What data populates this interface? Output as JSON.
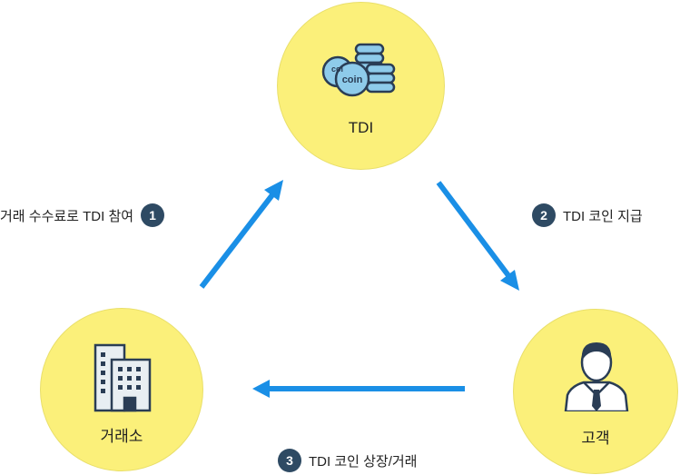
{
  "nodes": {
    "tdi": {
      "label": "TDI",
      "icon": "coin-stack-icon",
      "coin_text_front": "coin",
      "coin_text_back": "coi"
    },
    "exchange": {
      "label": "거래소",
      "icon": "building-icon"
    },
    "customer": {
      "label": "고객",
      "icon": "businessman-icon"
    }
  },
  "steps": [
    {
      "number": "1",
      "text": "거래 수수료로 TDI 참여"
    },
    {
      "number": "2",
      "text": "TDI 코인 지급"
    },
    {
      "number": "3",
      "text": "TDI 코인 상장/거래"
    }
  ],
  "colors": {
    "node_fill": "#fbf07a",
    "arrow": "#1a8fe6",
    "badge": "#2e4a63",
    "icon_fill": "#8ecbea",
    "icon_stroke": "#2a3d55"
  }
}
